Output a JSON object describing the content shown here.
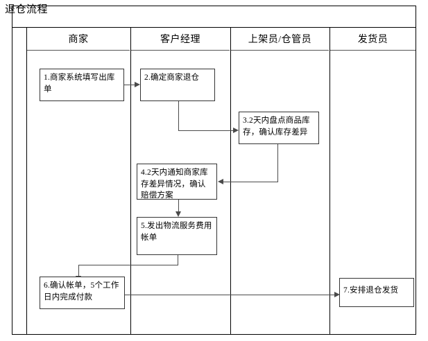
{
  "diagram": {
    "title": "退仓流程",
    "lanes": [
      {
        "id": "spacer",
        "label": ""
      },
      {
        "id": "merchant",
        "label": "商家"
      },
      {
        "id": "account-manager",
        "label": "客户经理"
      },
      {
        "id": "shelver-warehouse",
        "label": "上架员/仓管员"
      },
      {
        "id": "shipper",
        "label": "发货员"
      }
    ],
    "nodes": [
      {
        "id": "step-1",
        "lane": "merchant",
        "text": "1.商家系统填写出库单"
      },
      {
        "id": "step-2",
        "lane": "account-manager",
        "text": "2.确定商家退仓"
      },
      {
        "id": "step-3",
        "lane": "shelver-warehouse",
        "text": "3.2天内盘点商品库存，确认库存差异"
      },
      {
        "id": "step-4",
        "lane": "account-manager",
        "text": "4.2天内通知商家库存差异情况，确认赔偿方案"
      },
      {
        "id": "step-5",
        "lane": "account-manager",
        "text": "5.发出物流服务费用帐单"
      },
      {
        "id": "step-6",
        "lane": "merchant",
        "text": "6.确认帐单，5个工作日内完成付款"
      },
      {
        "id": "step-7",
        "lane": "shipper",
        "text": "7.安排退仓发货"
      }
    ],
    "edges": [
      {
        "from": "step-1",
        "to": "step-2",
        "direction": "right"
      },
      {
        "from": "step-2",
        "to": "step-3",
        "direction": "right"
      },
      {
        "from": "step-3",
        "to": "step-4",
        "direction": "left"
      },
      {
        "from": "step-4",
        "to": "step-5",
        "direction": "down"
      },
      {
        "from": "step-5",
        "to": "step-6",
        "direction": "down"
      },
      {
        "from": "step-6",
        "to": "step-7",
        "direction": "right"
      }
    ],
    "colors": {
      "background": "#ffffff",
      "frame": "#000000",
      "box_border": "#333333",
      "connector": "#4a4a4a",
      "header_rule": "#555555",
      "text": "#000000"
    }
  }
}
